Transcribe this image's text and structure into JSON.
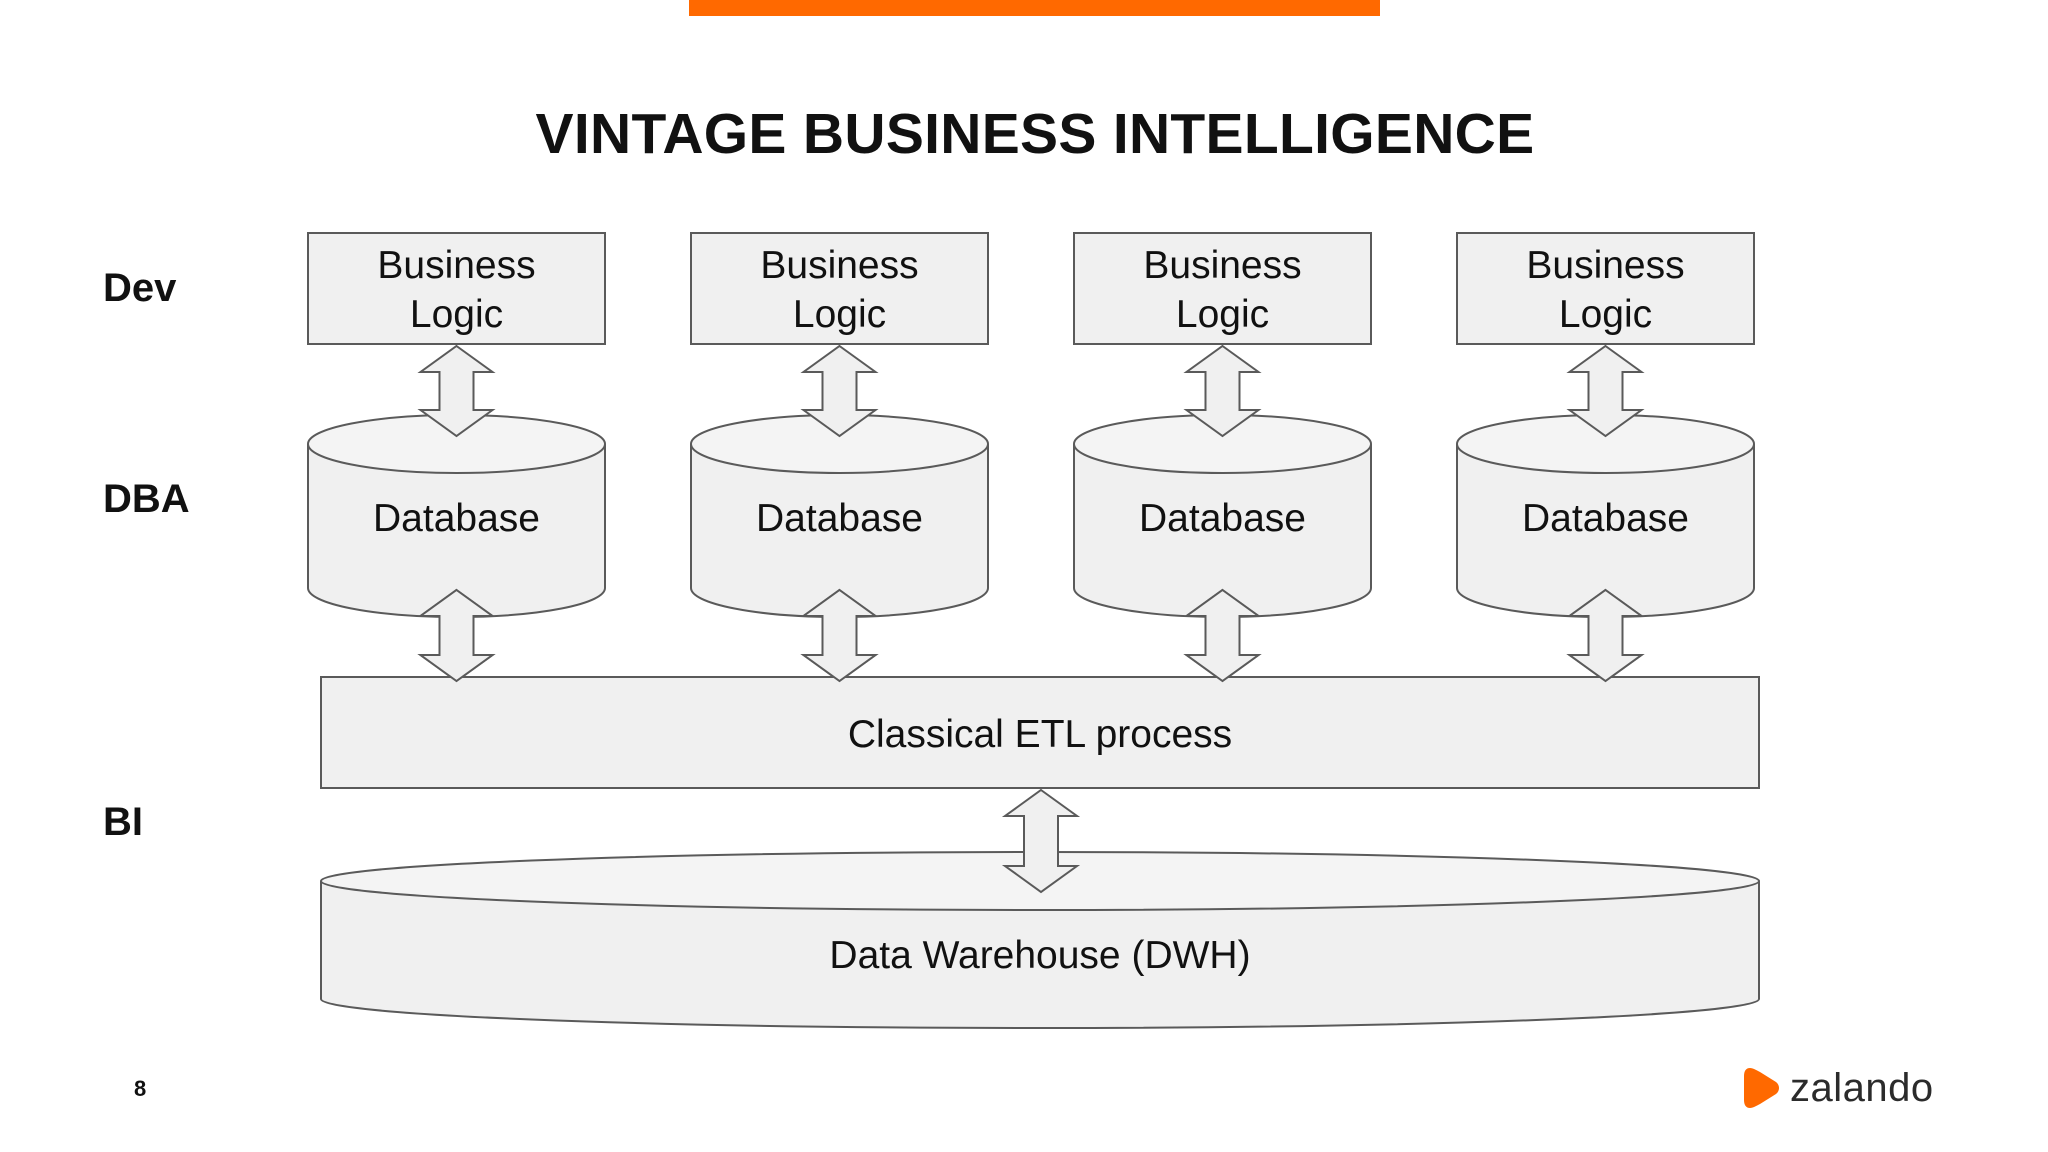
{
  "slide": {
    "title": "VINTAGE BUSINESS INTELLIGENCE",
    "page_number": "8",
    "accent_color": "#ff6900"
  },
  "row_labels": {
    "dev": "Dev",
    "dba": "DBA",
    "bi": "BI"
  },
  "diagram": {
    "business_logic_label_line1": "Business",
    "business_logic_label_line2": "Logic",
    "database_label": "Database",
    "etl_label": "Classical ETL process",
    "dwh_label": "Data Warehouse (DWH)",
    "columns": 4,
    "fill_color": "#f0f0f0",
    "stroke_color": "#5a5a5a"
  },
  "logo": {
    "text": "zalando",
    "icon": "zalando-play-icon",
    "color": "#ff6900"
  }
}
